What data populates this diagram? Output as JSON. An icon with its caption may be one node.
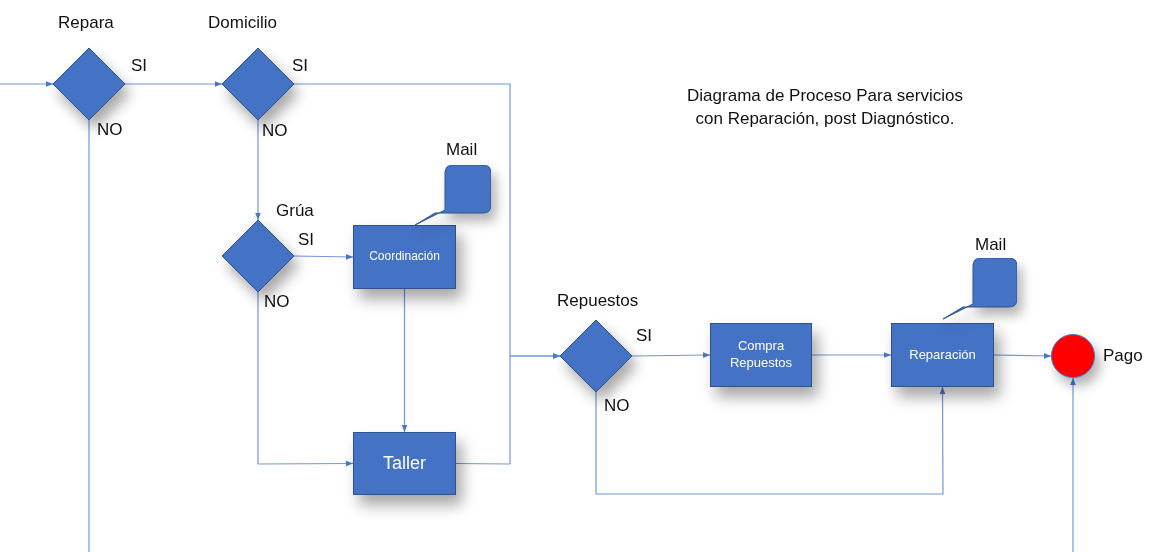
{
  "diagram": {
    "title": "Diagrama de Proceso Para servicios con Reparación, post Diagnóstico.",
    "nodes": [
      {
        "text": [
          "Repara"
        ]
      },
      {
        "text": [
          "Domicilio"
        ]
      },
      {
        "text": [
          "Grúa"
        ]
      },
      {
        "text": [
          "Coordinación"
        ]
      },
      {
        "text": [
          "Mail"
        ]
      },
      {
        "text": [
          "Taller"
        ]
      },
      {
        "text": [
          "Repuestos"
        ]
      },
      {
        "text": [
          "Compra Repuestos"
        ]
      },
      {
        "text": [
          "Reparación"
        ]
      },
      {
        "text": [
          "Mail"
        ]
      },
      {
        "text": [
          "Pago"
        ]
      }
    ],
    "edges": [
      {
        "from": null,
        "to": 0,
        "arrow": "to"
      },
      {
        "from": 0,
        "to": 1,
        "arrow": "to",
        "label": "SI"
      },
      {
        "from": 0,
        "to": null,
        "arrow": "none",
        "label": "NO"
      },
      {
        "from": 1,
        "to": 6,
        "arrow": "to",
        "label": "SI"
      },
      {
        "from": 1,
        "to": 2,
        "arrow": "to",
        "label": "NO"
      },
      {
        "from": 2,
        "to": 3,
        "arrow": "to",
        "label": "SI"
      },
      {
        "from": 2,
        "to": 5,
        "arrow": "to",
        "label": "NO"
      },
      {
        "from": 3,
        "to": 5,
        "arrow": "to"
      },
      {
        "from": 5,
        "to": 6,
        "arrow": "to"
      },
      {
        "from": 6,
        "to": 7,
        "arrow": "to",
        "label": "SI"
      },
      {
        "from": 6,
        "to": 8,
        "arrow": "to",
        "label": "NO"
      },
      {
        "from": 7,
        "to": 8,
        "arrow": "to"
      },
      {
        "from": 8,
        "to": 10,
        "arrow": "to"
      },
      {
        "from": null,
        "to": 10,
        "arrow": "to"
      }
    ]
  }
}
